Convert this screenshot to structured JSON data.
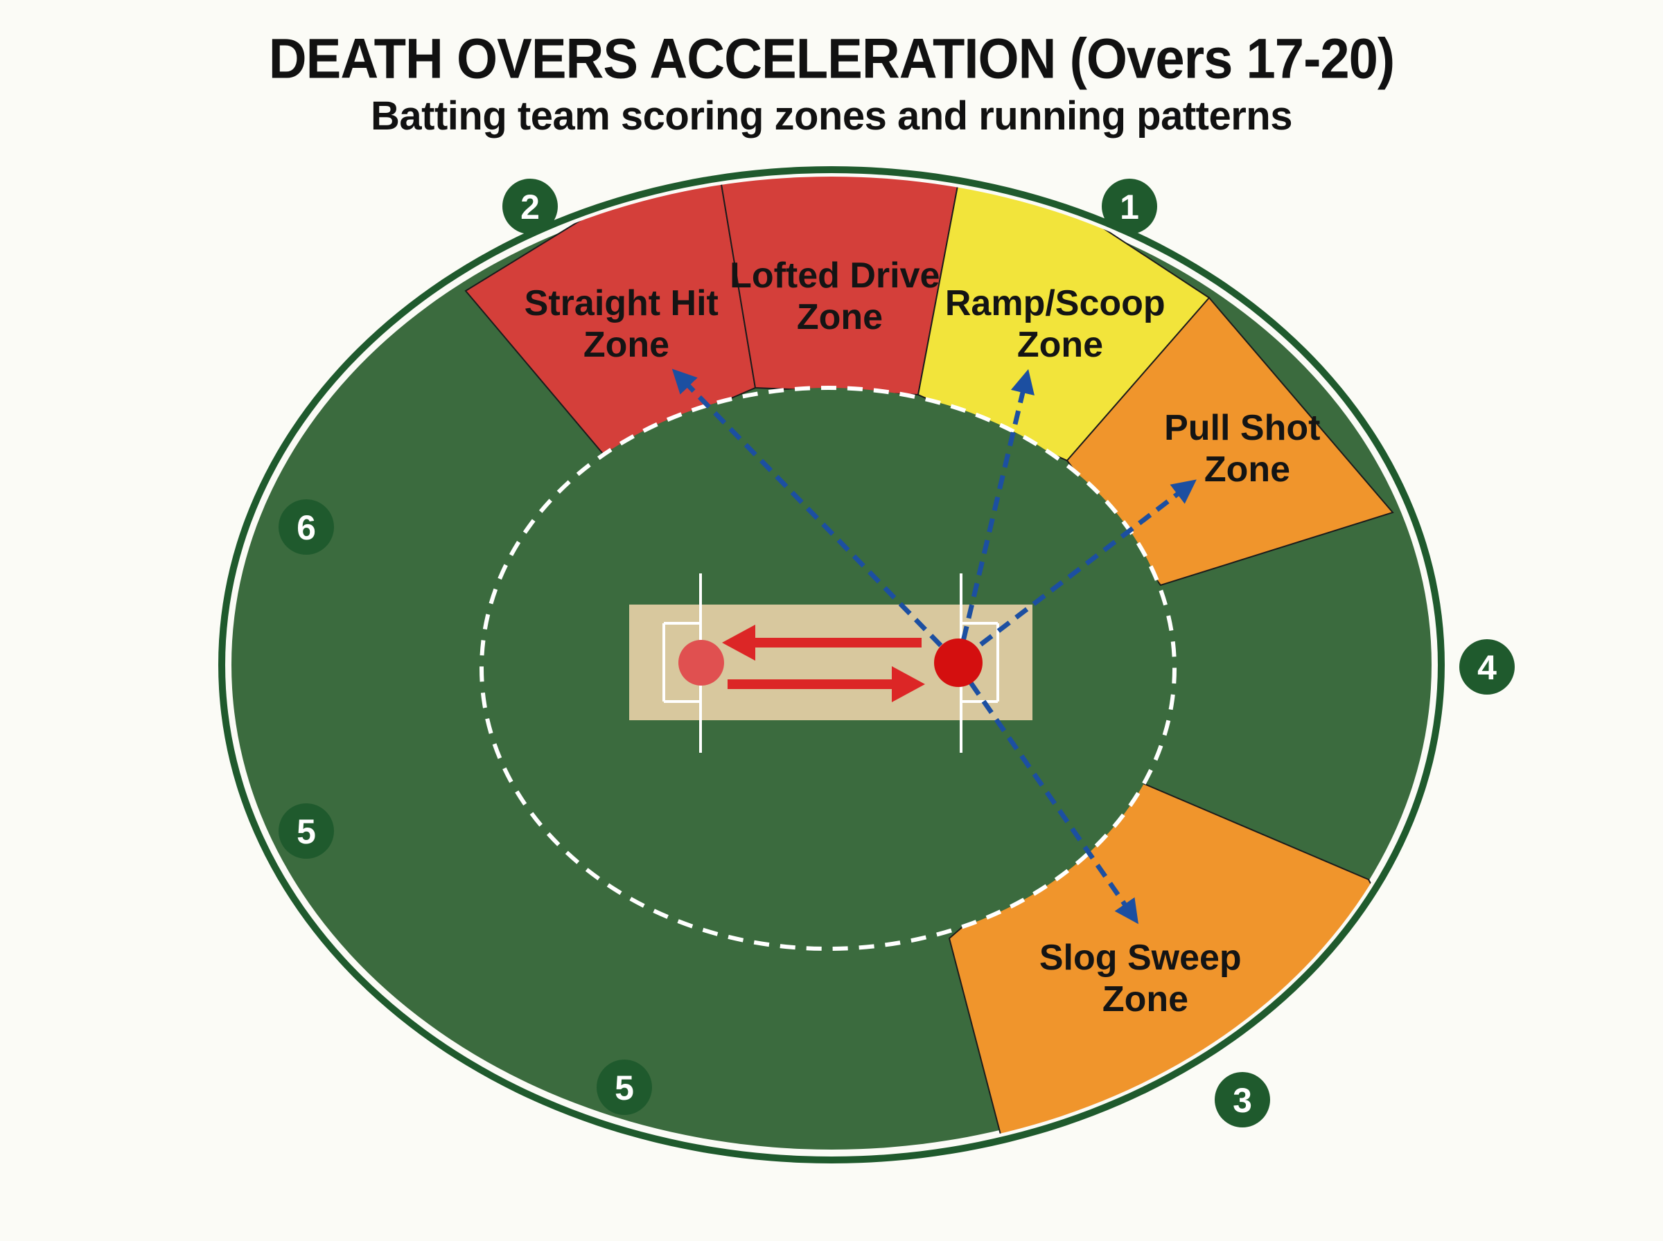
{
  "header": {
    "title": "DEATH OVERS ACCELERATION (Overs 17-20)",
    "subtitle": "Batting team scoring zones and running patterns"
  },
  "colors": {
    "field": "#3b6b3e",
    "boundary": "#1f5a2d",
    "zone_red": "#d43f3a",
    "zone_yellow": "#f2e43b",
    "zone_orange": "#f0952c",
    "pitch": "#d8c89e",
    "run_arrow": "#dc2626",
    "shot_arrow": "#1c4fa1",
    "batsman_primary": "#d40f0f",
    "batsman_secondary": "#e05050"
  },
  "zones": {
    "straight": {
      "line1": "Straight Hit",
      "line2": "Zone"
    },
    "lofted": {
      "line1": "Lofted Drive",
      "line2": "Zone"
    },
    "ramp": {
      "line1": "Ramp/Scoop",
      "line2": "Zone"
    },
    "pull": {
      "line1": "Pull Shot",
      "line2": "Zone"
    },
    "slog": {
      "line1": "Slog Sweep",
      "line2": "Zone"
    }
  },
  "positions": {
    "p1": "1",
    "p2": "2",
    "p3": "3",
    "p4": "4",
    "p5a": "5",
    "p5b": "5",
    "p6": "6"
  }
}
